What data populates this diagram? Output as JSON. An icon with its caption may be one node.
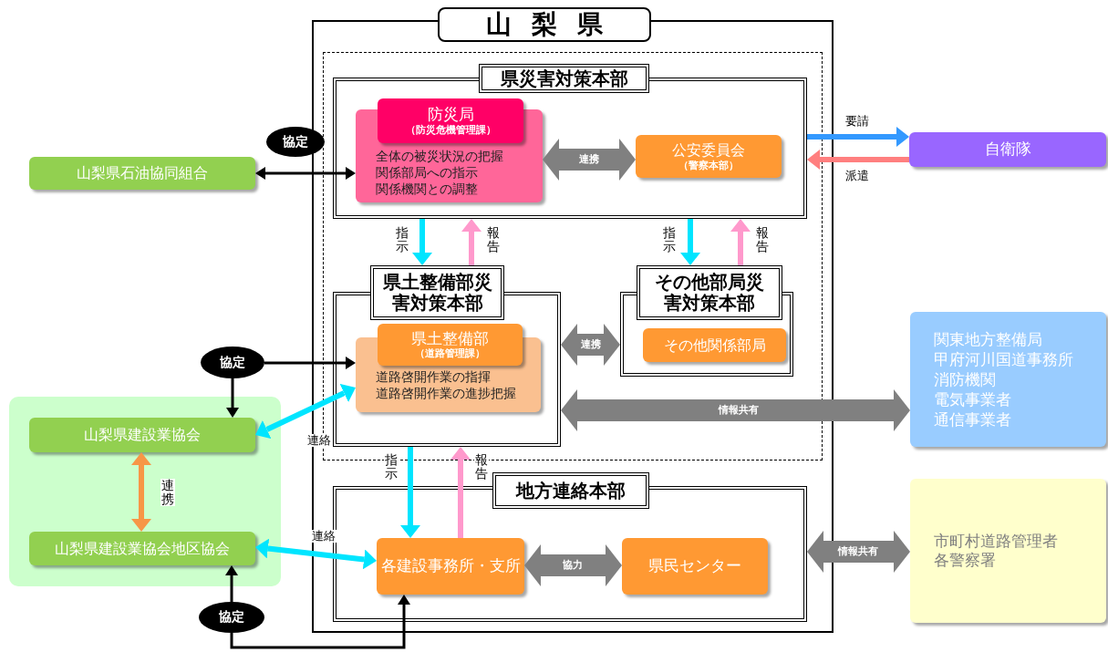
{
  "diagram": {
    "nodes": [
      {
        "text": [
          "山梨県"
        ]
      },
      {
        "text": [],
        "shape": "box",
        "in": 0
      },
      {
        "text": [
          "県災害対策本部"
        ],
        "in": 1
      },
      {
        "text": [
          "防災局",
          "（防災危機管理課）",
          "全体の被災状況の把握",
          "関係部局への指示",
          "関係機関との調整"
        ],
        "in": 2
      },
      {
        "text": [
          "公安委員会",
          "（警察本部）"
        ],
        "in": 2
      },
      {
        "text": [
          "県土整備部災害対策本部"
        ],
        "in": 1
      },
      {
        "text": [
          "県土整備部",
          "（道路管理課）",
          "道路啓開作業の指揮",
          "道路啓開作業の進捗把握"
        ],
        "in": 5
      },
      {
        "text": [
          "その他部局災害対策本部"
        ],
        "in": 1
      },
      {
        "text": [
          "その他関係部局"
        ],
        "in": 7
      },
      {
        "text": [
          "地方連絡本部"
        ],
        "in": 0
      },
      {
        "text": [
          "各建設事務所・支所"
        ],
        "in": 9
      },
      {
        "text": [
          "県民センター"
        ],
        "in": 9
      },
      {
        "text": [
          "山梨県石油協同組合"
        ]
      },
      {
        "text": [
          "協定"
        ]
      },
      {
        "text": [],
        "shape": "box"
      },
      {
        "text": [
          "山梨県建設業協会"
        ],
        "in": 14
      },
      {
        "text": [
          "山梨県建設業協会地区協会"
        ],
        "in": 14
      },
      {
        "text": [
          "協定"
        ]
      },
      {
        "text": [
          "自衛隊"
        ]
      },
      {
        "text": [
          "関東地方整備局",
          "甲府河川国道事務所",
          "消防機関",
          "電気事業者",
          "通信事業者"
        ]
      },
      {
        "text": [
          "市町村道路管理者",
          "各警察署"
        ]
      },
      {
        "text": [
          "協定"
        ]
      }
    ],
    "edges": [
      {
        "from": 12,
        "to": 3,
        "arrow": "both"
      },
      {
        "from": 3,
        "to": 4,
        "arrow": "both",
        "label": "連携",
        "style": "thick",
        "color": "#808080"
      },
      {
        "from": 2,
        "to": 18,
        "arrow": "to",
        "label": "要請",
        "color": "#3399ff"
      },
      {
        "from": 18,
        "to": 2,
        "arrow": "to",
        "label": "派遣",
        "color": "#ff7f7f"
      },
      {
        "from": 2,
        "to": 5,
        "arrow": "to",
        "label": "指示",
        "color": "#00e5ff"
      },
      {
        "from": 5,
        "to": 2,
        "arrow": "to",
        "label": "報告",
        "color": "#ff99cc"
      },
      {
        "from": 2,
        "to": 7,
        "arrow": "to",
        "label": "指示",
        "color": "#00e5ff"
      },
      {
        "from": 7,
        "to": 2,
        "arrow": "to",
        "label": "報告",
        "color": "#ff99cc"
      },
      {
        "from": 5,
        "to": 7,
        "arrow": "both",
        "label": "連携",
        "style": "thick",
        "color": "#808080"
      },
      {
        "from": 5,
        "to": 19,
        "arrow": "both",
        "label": "情報共有",
        "style": "thick",
        "color": "#808080"
      },
      {
        "from": 13,
        "to": 6,
        "arrow": "to"
      },
      {
        "from": 13,
        "to": 15,
        "arrow": "to"
      },
      {
        "from": 6,
        "to": 15,
        "arrow": "both",
        "label": "連絡",
        "color": "#00e5ff"
      },
      {
        "from": 15,
        "to": 16,
        "arrow": "both",
        "label": "連携",
        "color": "#f79646"
      },
      {
        "from": 5,
        "to": 10,
        "arrow": "to",
        "label": "指示",
        "color": "#00e5ff"
      },
      {
        "from": 10,
        "to": 5,
        "arrow": "to",
        "label": "報告",
        "color": "#ff99cc"
      },
      {
        "from": 10,
        "to": 16,
        "arrow": "both",
        "label": "連絡",
        "color": "#00e5ff"
      },
      {
        "from": 10,
        "to": 11,
        "arrow": "both",
        "label": "協力",
        "style": "thick",
        "color": "#808080"
      },
      {
        "from": 17,
        "to": 16,
        "arrow": "to"
      },
      {
        "from": 17,
        "to": 10,
        "arrow": "to"
      },
      {
        "from": 9,
        "to": 20,
        "arrow": "both",
        "label": "情報共有",
        "style": "thick",
        "color": "#808080"
      }
    ]
  }
}
